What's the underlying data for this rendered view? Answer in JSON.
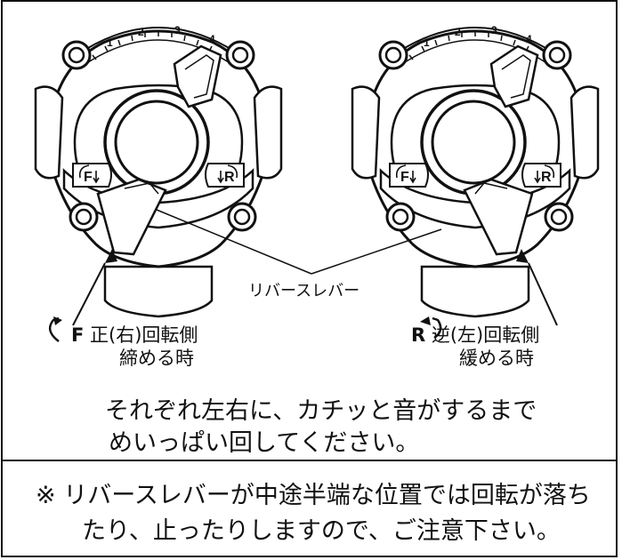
{
  "diagram": {
    "left_tool": {
      "scale_numbers": [
        "1",
        "2",
        "3",
        "4"
      ],
      "forward_mark": "F",
      "reverse_mark": "R"
    },
    "right_tool": {
      "scale_numbers": [
        "1",
        "2",
        "3",
        "4"
      ],
      "forward_mark": "F",
      "reverse_mark": "R"
    },
    "lever_label": "リバースレバー",
    "forward": {
      "symbol": "F",
      "line1": "正(右)回転側",
      "line2": "締める時"
    },
    "reverse": {
      "symbol": "R",
      "line1": "逆(左)回転側",
      "line2": "緩める時"
    },
    "instruction": {
      "line1": "それぞれ左右に、カチッと音がするまで",
      "line2": "めいっぱい回してください。"
    }
  },
  "note": {
    "line1": "※ リバースレバーが中途半端な位置では回転が落ち",
    "line2": "たり、止ったりしますので、ご注意下さい。"
  }
}
